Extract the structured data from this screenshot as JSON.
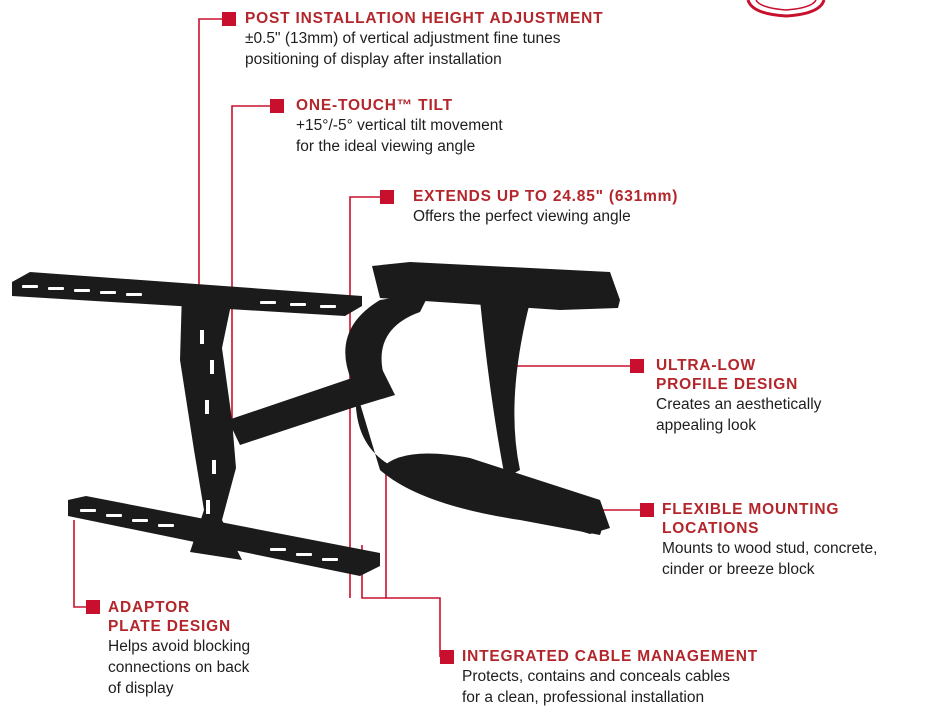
{
  "colors": {
    "accent": "#b3262b",
    "marker": "#c8102e",
    "line": "#c8102e",
    "text": "#1e1e1e",
    "mount": "#1b1b1b"
  },
  "callouts": {
    "post_height": {
      "title": "POST INSTALLATION HEIGHT ADJUSTMENT",
      "desc": [
        "±0.5\" (13mm) of vertical adjustment fine tunes",
        "positioning of display after installation"
      ]
    },
    "tilt": {
      "title": "ONE-TOUCH™ TILT",
      "desc": [
        "+15°/-5° vertical tilt movement",
        "for the ideal viewing angle"
      ]
    },
    "extends": {
      "title": "EXTENDS UP TO 24.85\" (631mm)",
      "desc": [
        "Offers the perfect viewing angle"
      ]
    },
    "ultra_low": {
      "title": [
        "ULTRA-LOW",
        "PROFILE DESIGN"
      ],
      "desc": [
        "Creates an aesthetically",
        "appealing look"
      ]
    },
    "flexible": {
      "title": [
        "FLEXIBLE MOUNTING",
        "LOCATIONS"
      ],
      "desc": [
        "Mounts to wood stud, concrete,",
        "cinder or breeze block"
      ]
    },
    "adaptor": {
      "title": [
        "ADAPTOR",
        "PLATE DESIGN"
      ],
      "desc": [
        "Helps avoid blocking",
        "connections on back",
        "of display"
      ]
    },
    "cable": {
      "title": "INTEGRATED CABLE MANAGEMENT",
      "desc": [
        "Protects, contains and conceals cables",
        "for a clean, professional installation"
      ]
    }
  }
}
